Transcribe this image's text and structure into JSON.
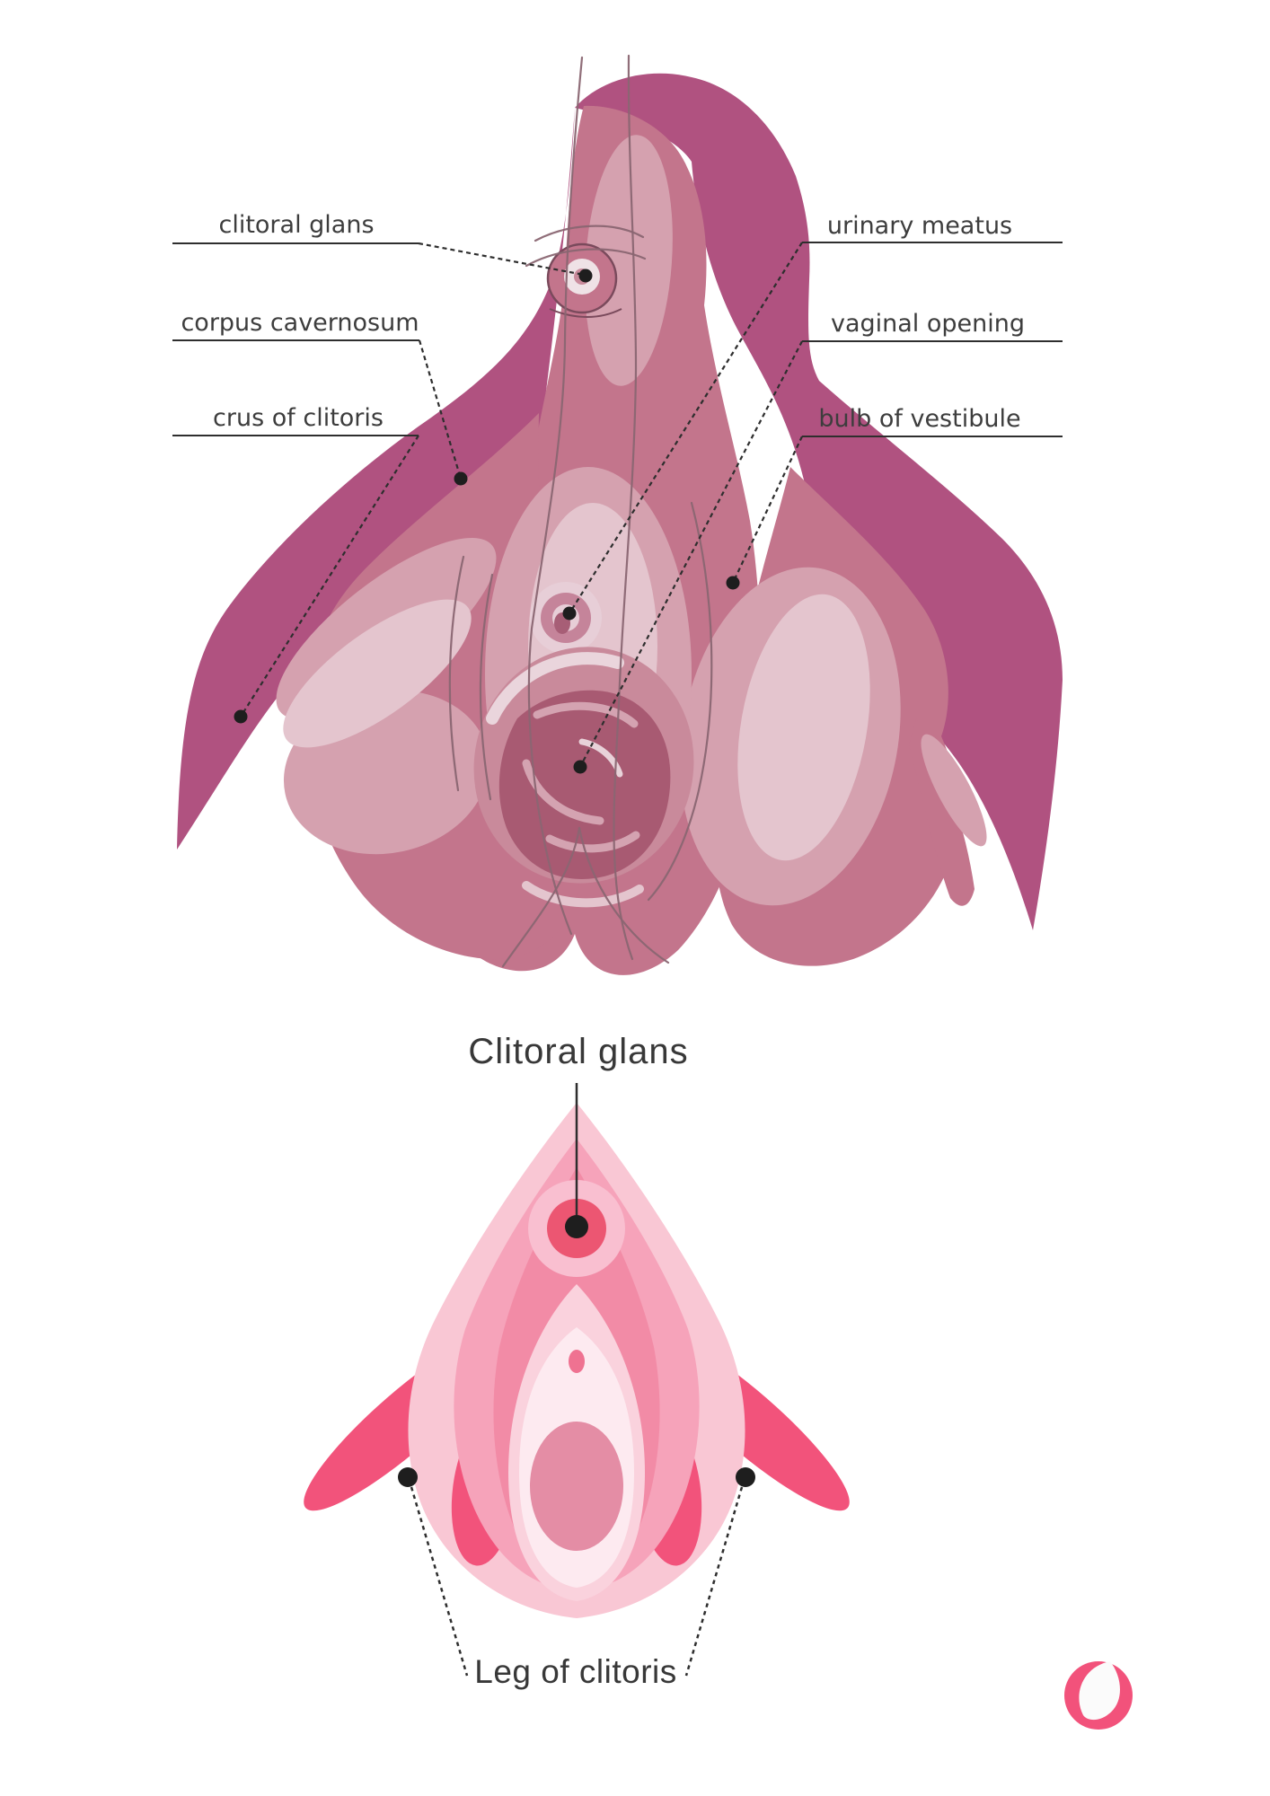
{
  "top_diagram": {
    "description": "internal-clitoral-anatomy-illustration",
    "labels": {
      "clitoral_glans": "clitoral glans",
      "corpus_cavernosum": "corpus cavernosum",
      "crus_of_clitoris": "crus of clitoris",
      "urinary_meatus": "urinary meatus",
      "vaginal_opening": "vaginal opening",
      "bulb_of_vestibule": "bulb of vestibule"
    }
  },
  "bottom_diagram": {
    "title": "Clitoral glans",
    "leg_label": "Leg of clitoris"
  },
  "colors": {
    "deep_magenta": "#b05280",
    "rose": "#c3758c",
    "soft_rose": "#d5a1af",
    "pale_rose": "#e4c5ce",
    "vaginal_dark": "#a85a72",
    "bright_pink": "#f2537b",
    "light_pink": "#f9c7d4",
    "mid_pink": "#f6a3ba",
    "deep_pink_inner": "#f28ba6",
    "blush": "#fad2dd",
    "near_white_pink": "#fdeaf0",
    "label_text": "#3d3d3d",
    "leader_line": "#2e2e2e",
    "logo_pink": "#f2527b"
  }
}
